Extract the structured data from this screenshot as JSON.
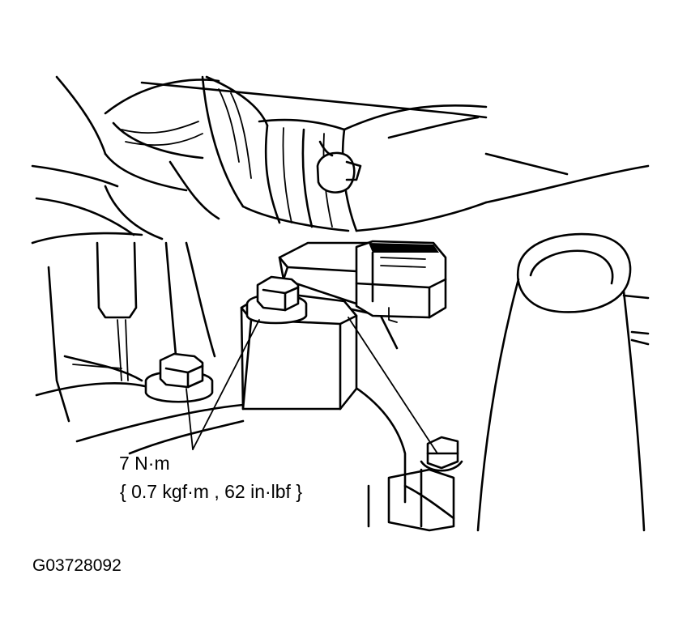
{
  "torque_callout": {
    "line1": "7 N·m",
    "line2": "{ 0.7 kgf·m , 62 in·lbf }"
  },
  "figure_code": "G03728092"
}
